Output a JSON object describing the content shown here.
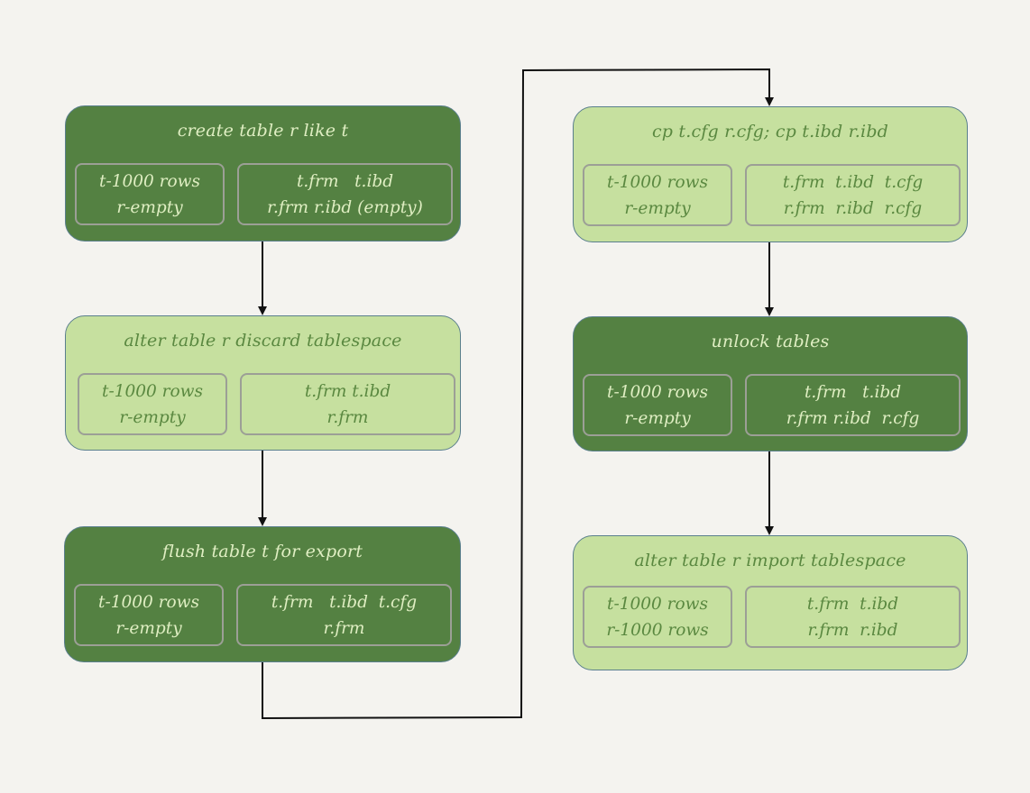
{
  "steps": [
    {
      "title": "create table r like t",
      "tables": [
        "t-1000 rows",
        "r-empty"
      ],
      "files": [
        "t.frm   t.ibd",
        "r.frm r.ibd (empty)"
      ]
    },
    {
      "title": "alter table r discard tablespace",
      "tables": [
        "t-1000 rows",
        "r-empty"
      ],
      "files": [
        "t.frm t.ibd",
        "r.frm"
      ]
    },
    {
      "title": "flush table t for export",
      "tables": [
        "t-1000 rows",
        "r-empty"
      ],
      "files": [
        "t.frm   t.ibd  t.cfg",
        "r.frm"
      ]
    },
    {
      "title": "cp t.cfg r.cfg; cp t.ibd r.ibd",
      "tables": [
        "t-1000 rows",
        "r-empty"
      ],
      "files": [
        "t.frm  t.ibd  t.cfg",
        "r.frm  r.ibd  r.cfg"
      ]
    },
    {
      "title": "unlock tables",
      "tables": [
        "t-1000 rows",
        "r-empty"
      ],
      "files": [
        "t.frm   t.ibd",
        "r.frm r.ibd  r.cfg"
      ]
    },
    {
      "title": "alter table r import tablespace",
      "tables": [
        "t-1000 rows",
        "r-1000 rows"
      ],
      "files": [
        "t.frm  t.ibd",
        "r.frm  r.ibd"
      ]
    }
  ],
  "colors": {
    "dark_fill": "#548142",
    "dark_text": "#dfeec2",
    "light_fill": "#c6e09f",
    "light_text": "#5a8840",
    "cell_border": "#9c9f96",
    "connector": "#111111",
    "background": "#f4f3ef"
  }
}
